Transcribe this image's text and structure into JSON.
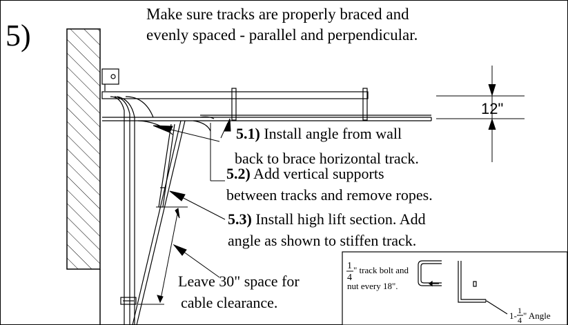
{
  "step": {
    "number": "5)",
    "headline_line1": "Make sure tracks are properly braced and",
    "headline_line2": "evenly spaced - parallel and perpendicular."
  },
  "dimension": {
    "label": "12\""
  },
  "callouts": [
    {
      "num": "5.1)",
      "line1": " Install angle from wall",
      "line2": "back to brace horizontal track."
    },
    {
      "num": "5.2)",
      "line1": " Add vertical supports",
      "line2": "between tracks and remove ropes."
    },
    {
      "num": "5.3)",
      "line1": " Install high lift section. Add",
      "line2": "angle as shown to stiffen track."
    }
  ],
  "clearance_note": {
    "line1": "Leave 30\" space for",
    "line2": "cable clearance."
  },
  "detail": {
    "bolt_fraction_num": "1",
    "bolt_fraction_den": "4",
    "bolt_line1": "\" track bolt and",
    "bolt_line2": "nut every 18\".",
    "angle_prefix": "1-",
    "angle_fraction_num": "1",
    "angle_fraction_den": "4",
    "angle_suffix": "\" Angle"
  }
}
